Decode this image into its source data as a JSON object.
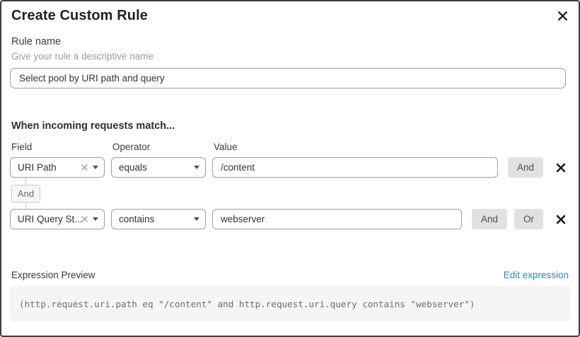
{
  "dialog": {
    "title": "Create Custom Rule"
  },
  "rule_name": {
    "label": "Rule name",
    "helper": "Give your rule a descriptive name",
    "value": "Select pool by URI path and query"
  },
  "matcher": {
    "heading": "When incoming requests match...",
    "columns": {
      "field": "Field",
      "operator": "Operator",
      "value": "Value"
    },
    "rows": [
      {
        "field": "URI Path",
        "operator": "equals",
        "value": "/content",
        "connectors": [
          "And"
        ]
      },
      {
        "field": "URI Query St...",
        "operator": "contains",
        "value": "webserver",
        "connectors": [
          "And",
          "Or"
        ]
      }
    ],
    "joiner": "And"
  },
  "expression": {
    "label": "Expression Preview",
    "edit_link": "Edit expression",
    "preview": "(http.request.uri.path eq \"/content\" and http.request.uri.query contains \"webserver\")"
  },
  "colors": {
    "link": "#2f86be",
    "joiner_button_bg": "#e1e1e1",
    "code_bg": "#f5f5f5",
    "border_dark": "#3d3d3d",
    "input_border": "#9e9e9e"
  }
}
